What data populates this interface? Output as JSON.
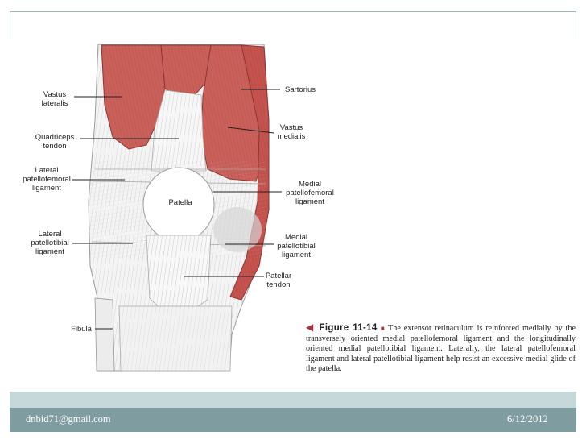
{
  "labels": {
    "vastus_lateralis": "Vastus\nlateralis",
    "sartorius": "Sartorius",
    "quadriceps_tendon": "Quadriceps\ntendon",
    "vastus_medialis": "Vastus\nmedialis",
    "lateral_patellofemoral": "Lateral\npatellofemoral\nligament",
    "medial_patellofemoral": "Medial\npatellofemoral\nligament",
    "patella": "Patella",
    "lateral_patellotibial": "Lateral\npatellotibial\nligament",
    "medial_patellotibial": "Medial\npatellotibial\nligament",
    "patellar_tendon": "Patellar\ntendon",
    "fibula": "Fibula"
  },
  "caption": {
    "figure_label": "Figure 11-14",
    "text": "The extensor retinaculum is reinforced medially by the transversely oriented medial patellofemoral ligament and the longitudinally oriented medial patellotibial ligament. Laterally, the lateral patellofemoral ligament and lateral patellotibial ligament help resist an excessive medial glide of the patella."
  },
  "footer": {
    "email": "dnbid71@gmail.com",
    "date": "6/12/2012"
  },
  "colors": {
    "muscle": "#c0504d",
    "footer_light": "#c7d8db",
    "footer_dark": "#7f9ca1"
  }
}
